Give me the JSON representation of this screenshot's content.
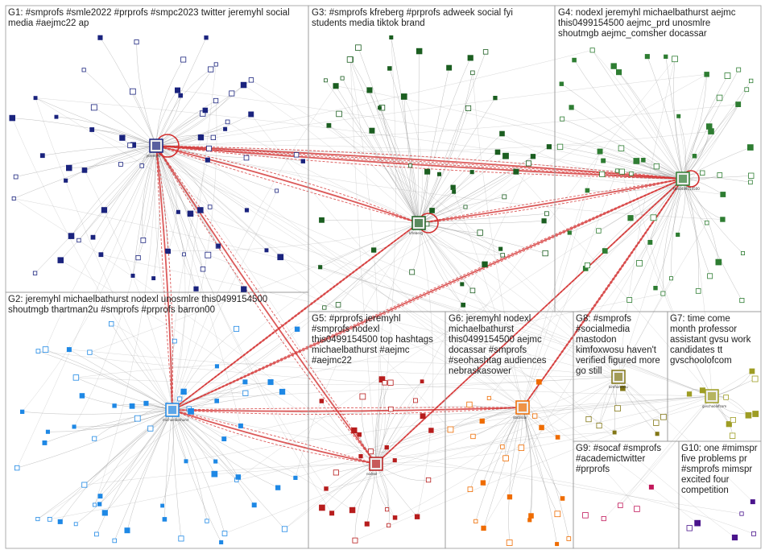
{
  "groups": [
    {
      "id": "G1",
      "lines": [
        "G1: #smprofs #smle2022 #prprofs #smpc2023 twitter jeremyhl social",
        "media #aejmc22 ap"
      ],
      "color": "#1a237e"
    },
    {
      "id": "G2",
      "lines": [
        "G2: jeremyhl michaelbathurst nodexl unosmlre this0499154500",
        "shoutmgb thartman2u #smprofs #prprofs barron00"
      ],
      "color": "#1e88e5"
    },
    {
      "id": "G3",
      "lines": [
        "G3: #smprofs kfreberg #prprofs adweek social fyi",
        "students media tiktok brand"
      ],
      "color": "#1b5e20"
    },
    {
      "id": "G4",
      "lines": [
        "G4: nodexl jeremyhl michaelbathurst aejmc",
        "this0499154500 aejmc_prd unosmlre",
        "shoutmgb aejmc_comsher docassar"
      ],
      "color": "#2e7d32"
    },
    {
      "id": "G5",
      "lines": [
        "G5: #prprofs jeremyhl",
        "#smprofs nodexl",
        "this0499154500 top hashtags",
        "michaelbathurst #aejmc",
        "#aejmc22"
      ],
      "color": "#b71c1c"
    },
    {
      "id": "G6",
      "lines": [
        "G6: jeremyhl nodexl",
        "michaelbathurst",
        "this0499154500 aejmc",
        "docassar #smprofs",
        "#seohashtag audiences",
        "nebraskasower"
      ],
      "color": "#ef6c00"
    },
    {
      "id": "G7",
      "lines": [
        "G7: time come",
        "month professor",
        "assistant gvsu work",
        "candidates tt",
        "gvschoolofcom"
      ],
      "color": "#9e9d24"
    },
    {
      "id": "G8",
      "lines": [
        "G8: #smprofs",
        "#socialmedia",
        "mastodon",
        "kimfoxwosu haven't",
        "verified figured more",
        "go still"
      ],
      "color": "#827717"
    },
    {
      "id": "G9",
      "lines": [
        "G9: #socaf #smprofs",
        "#academictwitter",
        "#prprofs"
      ],
      "color": "#c2185b"
    },
    {
      "id": "G10",
      "lines": [
        "G10: one #mimspr",
        "five problems pr",
        "#smprofs mimspr",
        "excited four",
        "competition"
      ],
      "color": "#4a148c"
    }
  ],
  "hubs": [
    {
      "group": "G1",
      "label": "jeremyhl"
    },
    {
      "group": "G2",
      "label": "michaelbathurst"
    },
    {
      "group": "G3",
      "label": "kfreberg"
    },
    {
      "group": "G4",
      "label": "this0499154500"
    },
    {
      "group": "G5",
      "label": "nodexl"
    },
    {
      "group": "G6",
      "label": "docassar"
    },
    {
      "group": "G7",
      "label": "gvschoolofcom"
    },
    {
      "group": "G8",
      "label": "kimfoxwosu"
    }
  ],
  "colors": {
    "edge_gray": "#8a8a8a",
    "edge_red": "#d32f2f",
    "border": "#9a9a9a"
  }
}
